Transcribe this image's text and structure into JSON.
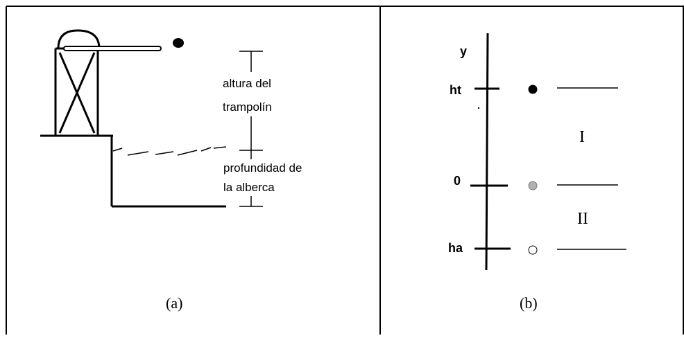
{
  "panel_a": {
    "caption": "(a)",
    "label_height": [
      "altura del",
      "trampolín"
    ],
    "label_depth": [
      "profundidad de",
      "la alberca"
    ]
  },
  "panel_b": {
    "caption": "(b)",
    "axis_label": "y",
    "tick_top": "ht",
    "tick_middle": "0",
    "tick_bottom": "ha",
    "region_upper": "I",
    "region_lower": "II",
    "marker_colors": {
      "top": "#000000",
      "middle": "#b0b0b0",
      "bottom": "#ffffff"
    }
  }
}
